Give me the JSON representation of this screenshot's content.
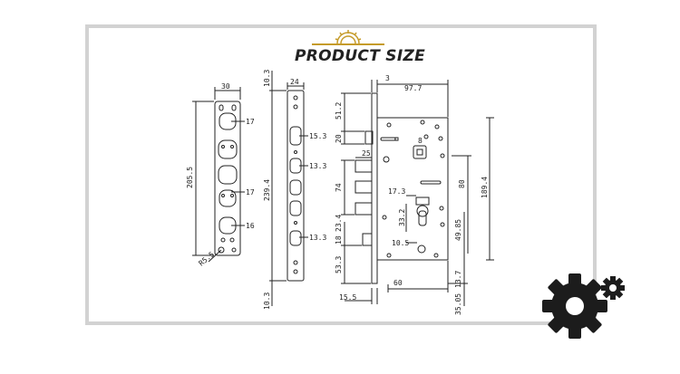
{
  "header": {
    "title": "PRODUCT SIZE",
    "accent_color": "#c59b2a",
    "icon": "gear-icon"
  },
  "plates": {
    "front_plate": {
      "width": "30",
      "height": "205.5",
      "hole_1": "17",
      "hole_2": "17",
      "hole_3": "16",
      "radius": "R5.5"
    },
    "faceplate": {
      "width": "24",
      "height": "239.4",
      "top_margin": "10.3",
      "bottom_margin": "10.3",
      "slot_1": "15.3",
      "slot_2": "13.3",
      "slot_3": "13.3"
    }
  },
  "lock_body": {
    "offset": "3",
    "width": "97.7",
    "top": "51.2",
    "latch_height": "20",
    "bolt_depth": "25",
    "bolt_span": "74",
    "spindle": "8",
    "cylinder_width": "17.3",
    "cylinder_height": "33.2",
    "deadbolt": "23.4",
    "height_80": "80",
    "height_189": "189.4",
    "center_49": "49.85",
    "lower_18": "18",
    "lower_10": "10.5",
    "bottom_53": "53.3",
    "bottom_13": "13.7",
    "backset": "60",
    "depth": "15.5",
    "bottom_35": "35.05"
  },
  "footer_icon": "settings-gears-icon"
}
